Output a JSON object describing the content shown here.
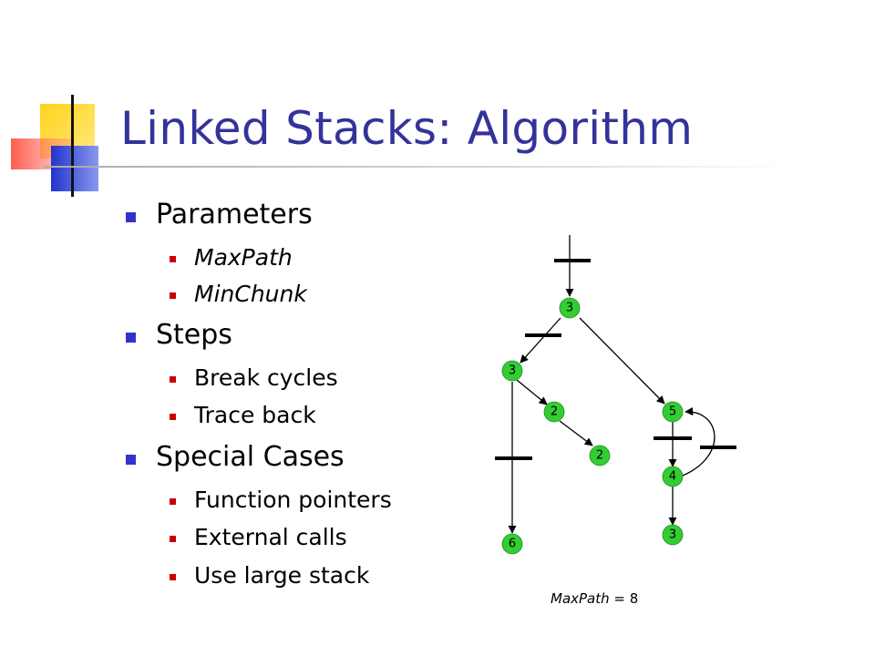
{
  "title": "Linked Stacks: Algorithm",
  "bullets": {
    "parameters": "Parameters",
    "maxpath": "MaxPath",
    "minchunk": "MinChunk",
    "steps": "Steps",
    "break_cycles": "Break cycles",
    "trace_back": "Trace back",
    "special_cases": "Special Cases",
    "function_pointers": "Function pointers",
    "external_calls": "External calls",
    "use_large_stack": "Use large stack"
  },
  "graph": {
    "nodes": {
      "root": "3",
      "left": "3",
      "mid": "2",
      "mid2": "2",
      "right": "5",
      "right_mid": "4",
      "right_bottom": "3",
      "left_bottom": "6"
    },
    "caption": {
      "name": "MaxPath",
      "rest": " = 8"
    }
  },
  "colors": {
    "title": "#333399",
    "bullet_l1": "#3333cc",
    "bullet_l2": "#cc0000",
    "node_fill": "#33cc33"
  }
}
